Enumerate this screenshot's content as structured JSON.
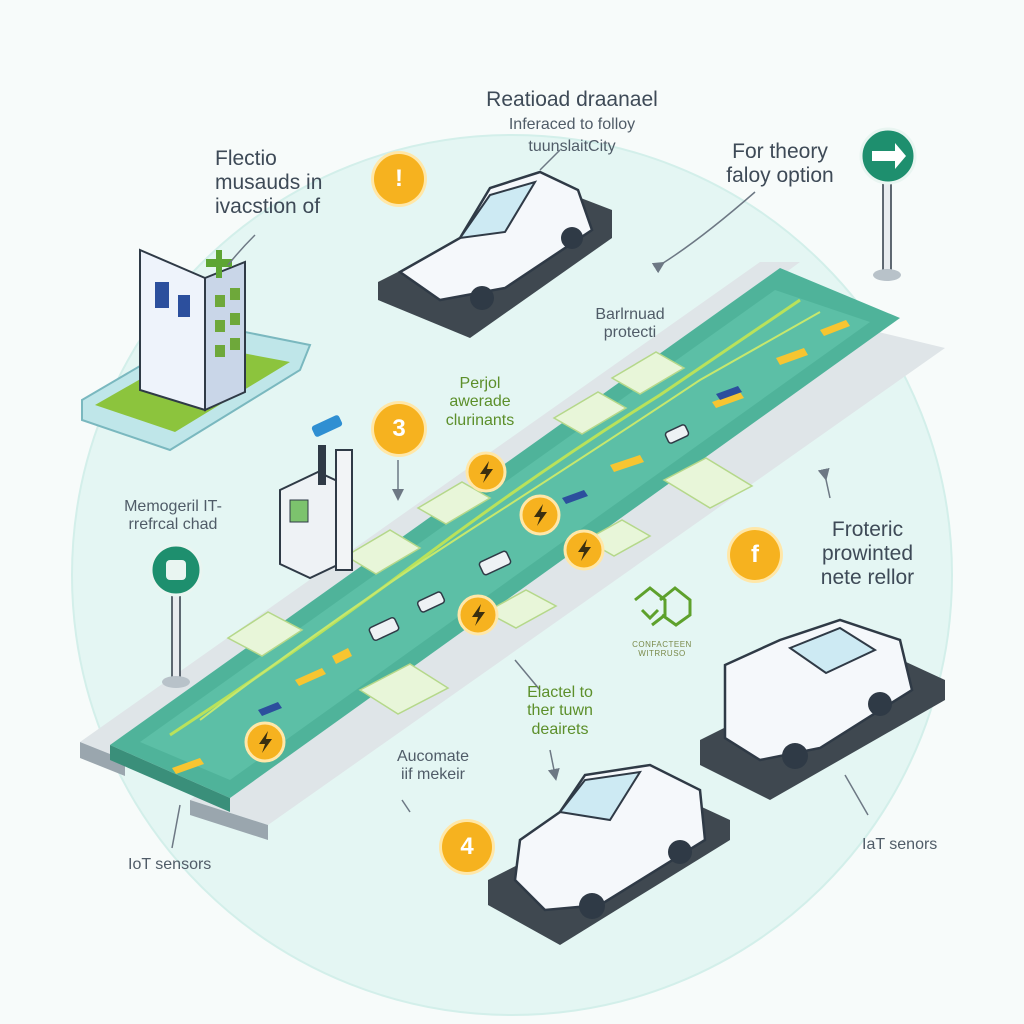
{
  "header": {
    "title": "Reatioad draanael",
    "sub_line1": "Inferaced to folloy",
    "sub_line2": "tuunslaitCity"
  },
  "labels": {
    "electro": [
      "Flectio",
      "musauds in",
      "ivacstion of"
    ],
    "theory": [
      "For theory",
      "faloy option"
    ],
    "barrier": [
      "Barlrnuad",
      "protecti"
    ],
    "perjol": [
      "Perjol",
      "awerade",
      "clurinants"
    ],
    "memorial": [
      "Memogeril IT-",
      "rrefrcal chad"
    ],
    "frotec": [
      "Froteric",
      "prowinted",
      "nete rellor"
    ],
    "elected": [
      "Elactel to",
      "ther tuwn",
      "deairets"
    ],
    "automate": [
      "Aucomate",
      "iif mekeir"
    ],
    "iot_left": "IoT sensors",
    "iot_right": "IaT senors",
    "logo_caption": [
      "CONFACTEEN",
      "WITRRUSO"
    ]
  },
  "badges": {
    "one": "!",
    "three": "3",
    "four": "4",
    "f": "f"
  },
  "colors": {
    "road": "#4fb39a",
    "badge": "#f6b21f",
    "accent_green": "#9dd236",
    "background_circle": "#dff5f1"
  }
}
